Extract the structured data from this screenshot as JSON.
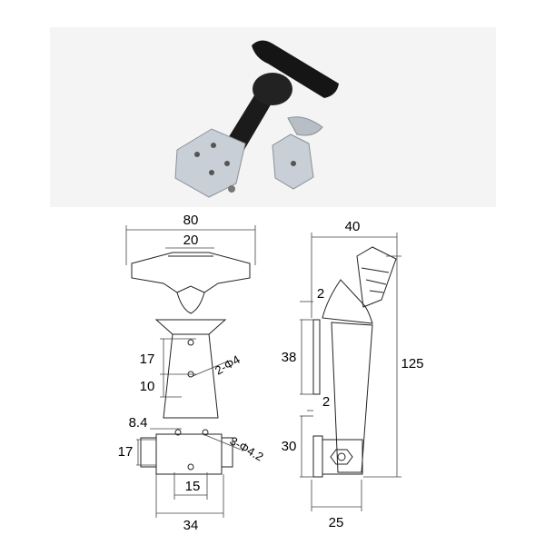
{
  "photo": {
    "description_icon": "t-handle-latch-photo",
    "colors": {
      "rubber": "#1b1b1b",
      "metal": "#c9cfd6",
      "background": "#f4f4f4"
    }
  },
  "front_view": {
    "dims": {
      "overall_width": "80",
      "handle_width": "20",
      "hole_spacing_upper": "17",
      "hole_spacing_lower": "10",
      "upper_holes": "2-Φ4",
      "offset": "8.4",
      "base_height": "17",
      "lower_holes": "3-Φ4.2",
      "base_hole_spacing": "15",
      "base_width": "34"
    }
  },
  "side_view": {
    "dims": {
      "overall_depth": "40",
      "thickness_top": "2",
      "upper_height": "38",
      "overall_height": "125",
      "thickness_bottom": "2",
      "base_height": "30",
      "base_depth": "25"
    }
  }
}
